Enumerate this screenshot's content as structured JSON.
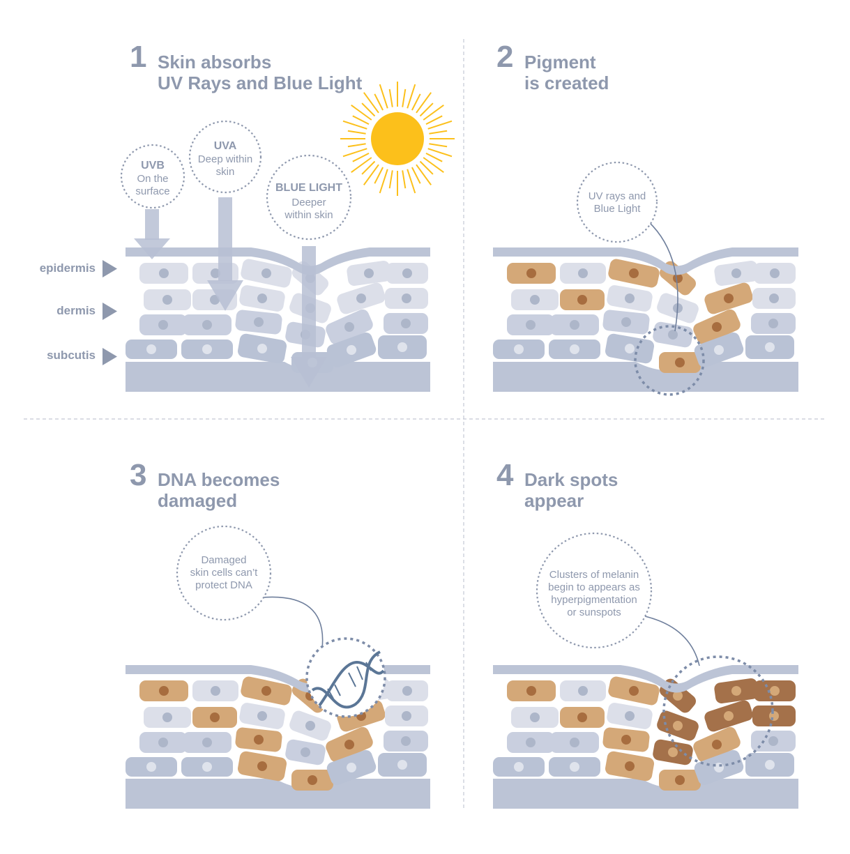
{
  "panels": [
    {
      "number": "1",
      "title": [
        "Skin absorbs",
        "UV Rays and Blue Light"
      ],
      "bubbles": [
        {
          "head": "UVB",
          "lines": [
            "On the",
            "surface"
          ]
        },
        {
          "head": "UVA",
          "lines": [
            "Deep within",
            "skin"
          ]
        },
        {
          "head": "BLUE LIGHT",
          "lines": [
            "Deeper",
            "within skin"
          ]
        }
      ],
      "layers": [
        "epidermis",
        "dermis",
        "subcutis"
      ]
    },
    {
      "number": "2",
      "title": [
        "Pigment",
        "is created"
      ],
      "callout": [
        "UV rays and",
        "Blue Light"
      ]
    },
    {
      "number": "3",
      "title": [
        "DNA becomes",
        "damaged"
      ],
      "callout": [
        "Damaged",
        "skin cells can’t",
        "protect DNA"
      ]
    },
    {
      "number": "4",
      "title": [
        "Dark spots",
        "appear"
      ],
      "callout": [
        "Clusters of melanin",
        "begin to appears as",
        "hyperpigmentation",
        "or sunspots"
      ]
    }
  ],
  "icons": [
    "sun-icon",
    "dna-icon",
    "arrow-icon"
  ],
  "colors": {
    "text": "#8e98ad",
    "skin_base": "#bcc4d6",
    "cell_light": "#dcdfe9",
    "cell_mid": "#c9cfdf",
    "cell_dark": "#b9c2d5",
    "nucleus": "#adb6c9",
    "tan": "#d4a878",
    "tan_nucleus": "#a76d3f",
    "brown": "#a4714a",
    "brown_nucleus": "#d4a878",
    "sun": "#fcc01b",
    "dna": "#5b7696",
    "divider": "#c3c8d4"
  }
}
